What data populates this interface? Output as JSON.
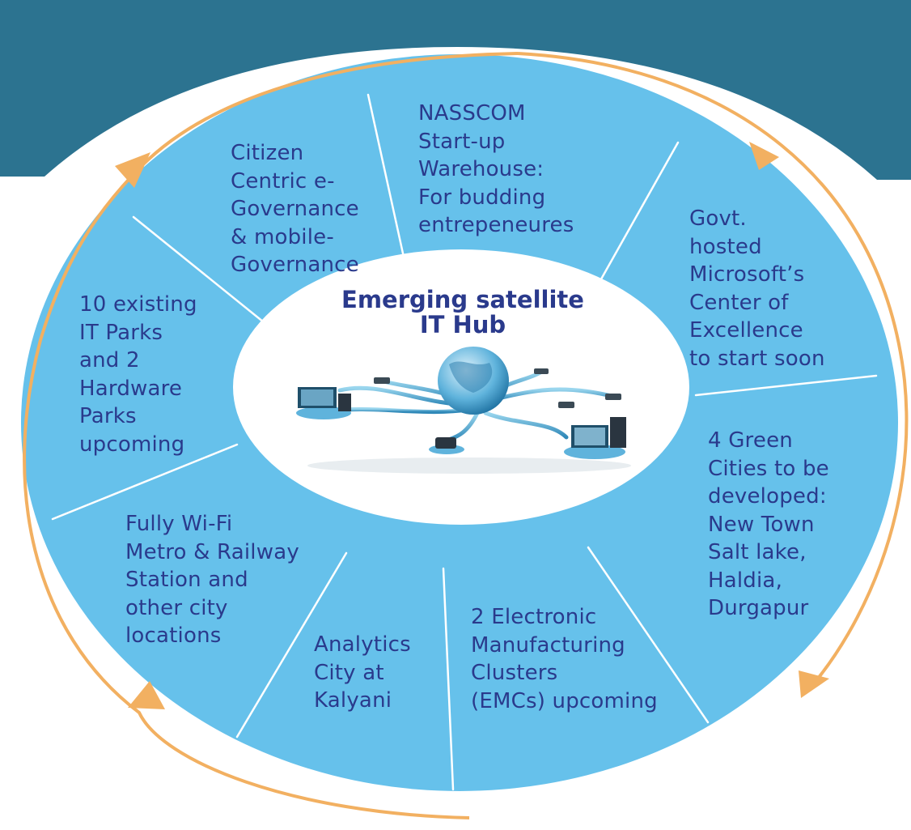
{
  "hub": {
    "title": "Emerging satellite\nIT Hub"
  },
  "segments": [
    {
      "id": "citizen-egov",
      "text": "Citizen\nCentric e-\nGovernance\n& mobile-\nGovernance"
    },
    {
      "id": "nasscom",
      "text": "NASSCOM\nStart-up\nWarehouse:\nFor budding\nentrepeneures"
    },
    {
      "id": "microsoft-coe",
      "text": "Govt.\nhosted\nMicrosoft’s\nCenter of\nExcellence\nto start soon"
    },
    {
      "id": "green-cities",
      "text": "4 Green\nCities to be\ndeveloped:\nNew Town\nSalt lake,\nHaldia,\nDurgapur"
    },
    {
      "id": "emc",
      "text": "2 Electronic\nManufacturing\nClusters\n(EMCs) upcoming"
    },
    {
      "id": "analytics-city",
      "text": "Analytics\nCity at\nKalyani"
    },
    {
      "id": "wifi",
      "text": "Fully Wi-Fi\nMetro & Railway\nStation and\nother city\nlocations"
    },
    {
      "id": "it-parks",
      "text": "10 existing\nIT Parks\nand 2\nHardware\nParks\nupcoming"
    }
  ],
  "colors": {
    "header_band": "#2c7390",
    "ring": "#66c1eb",
    "hub": "#ffffff",
    "text": "#2a3a8c",
    "orbit": "#f2b061",
    "divider": "#ffffff"
  },
  "icons": [
    "network-globe-icon",
    "monitor-icon",
    "desktop-computer-icon",
    "phone-icon",
    "router-icon"
  ]
}
